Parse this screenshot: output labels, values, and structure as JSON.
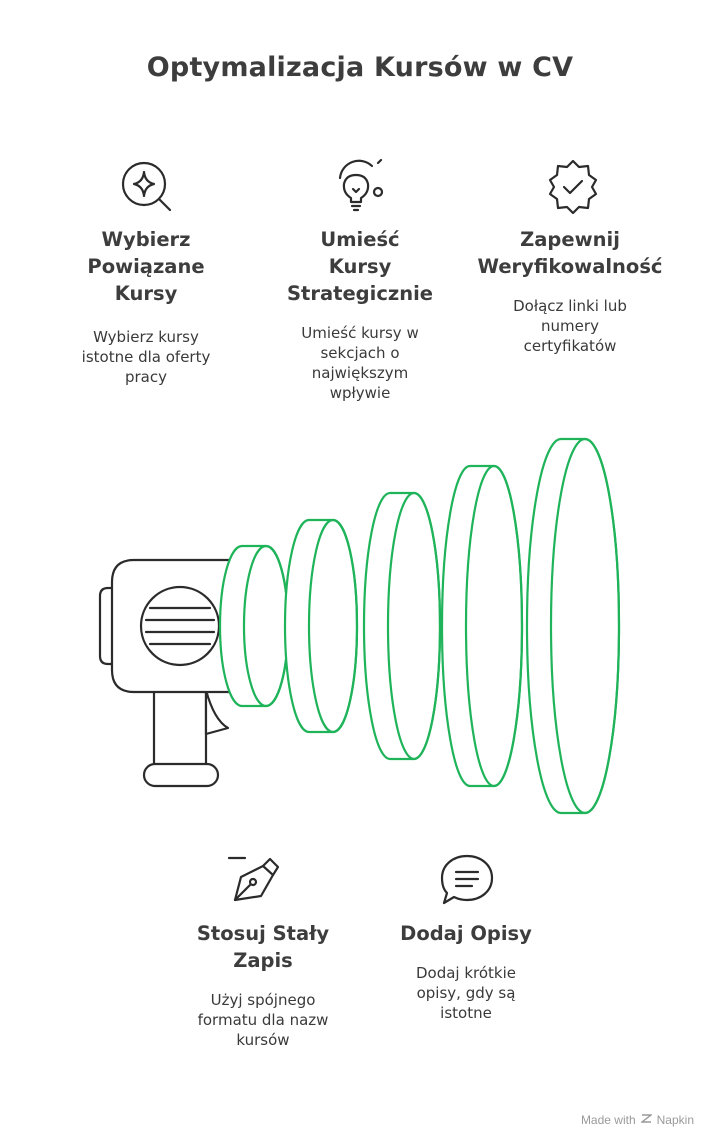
{
  "title": "Optymalizacja Kursów w CV",
  "steps": [
    {
      "icon": "search-sparkle-icon",
      "heading_lines": [
        "Wybierz",
        "Powiązane",
        "Kursy"
      ],
      "desc_lines": [
        "Wybierz kursy",
        "istotne dla oferty",
        "pracy"
      ]
    },
    {
      "icon": "lightbulb-icon",
      "heading_lines": [
        "Umieść",
        "Kursy",
        "Strategicznie"
      ],
      "desc_lines": [
        "Umieść kursy w",
        "sekcjach o",
        "największym",
        "wpływie"
      ]
    },
    {
      "icon": "verified-badge-icon",
      "heading_lines": [
        "Zapewnij",
        "Weryfikowalność"
      ],
      "desc_lines": [
        "Dołącz linki lub",
        "numery",
        "certyfikatów"
      ]
    },
    {
      "icon": "pen-nib-icon",
      "heading_lines": [
        "Stosuj Stały",
        "Zapis"
      ],
      "desc_lines": [
        "Użyj spójnego",
        "formatu dla nazw",
        "kursów"
      ]
    },
    {
      "icon": "speech-bubble-icon",
      "heading_lines": [
        "Dodaj Opisy"
      ],
      "desc_lines": [
        "Dodaj krótkie",
        "opisy, gdy są",
        "istotne"
      ]
    }
  ],
  "colors": {
    "accent": "#1fb35a",
    "ink": "#2b2b2b",
    "text": "#3a3a3a"
  },
  "credit": {
    "prefix": "Made with",
    "brand": "Napkin"
  }
}
